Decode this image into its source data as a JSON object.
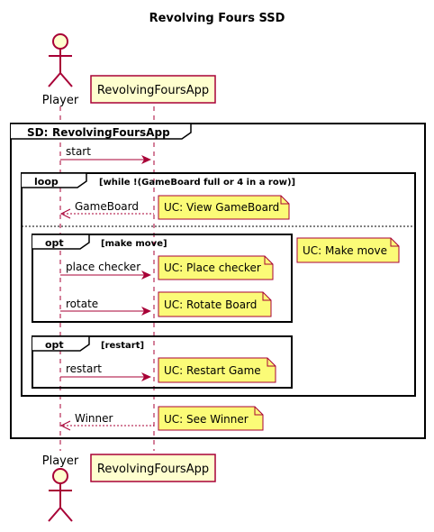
{
  "title": "Revolving Fours SSD",
  "participants": {
    "actor": "Player",
    "app": "RevolvingFoursApp"
  },
  "frames": {
    "sd": {
      "keyword": "SD:",
      "name": "RevolvingFoursApp"
    },
    "loop": {
      "keyword": "loop",
      "guard": "[while !(GameBoard full or 4 in a row)]"
    },
    "opt_move": {
      "keyword": "opt",
      "guard": "[make move]"
    },
    "opt_restart": {
      "keyword": "opt",
      "guard": "[restart]"
    }
  },
  "messages": {
    "start": "start",
    "gameboard": "GameBoard",
    "place_checker": "place checker",
    "rotate": "rotate",
    "restart": "restart",
    "winner": "Winner"
  },
  "notes": {
    "view_gameboard": "UC: View GameBoard",
    "make_move": "UC: Make move",
    "place_checker": "UC: Place checker",
    "rotate_board": "UC: Rotate Board",
    "restart_game": "UC: Restart Game",
    "see_winner": "UC: See Winner"
  },
  "colors": {
    "lifeline": "#A80036",
    "participant_fill": "#FEFECE",
    "note_fill": "#FBFB77",
    "frame_stroke": "#000000"
  }
}
